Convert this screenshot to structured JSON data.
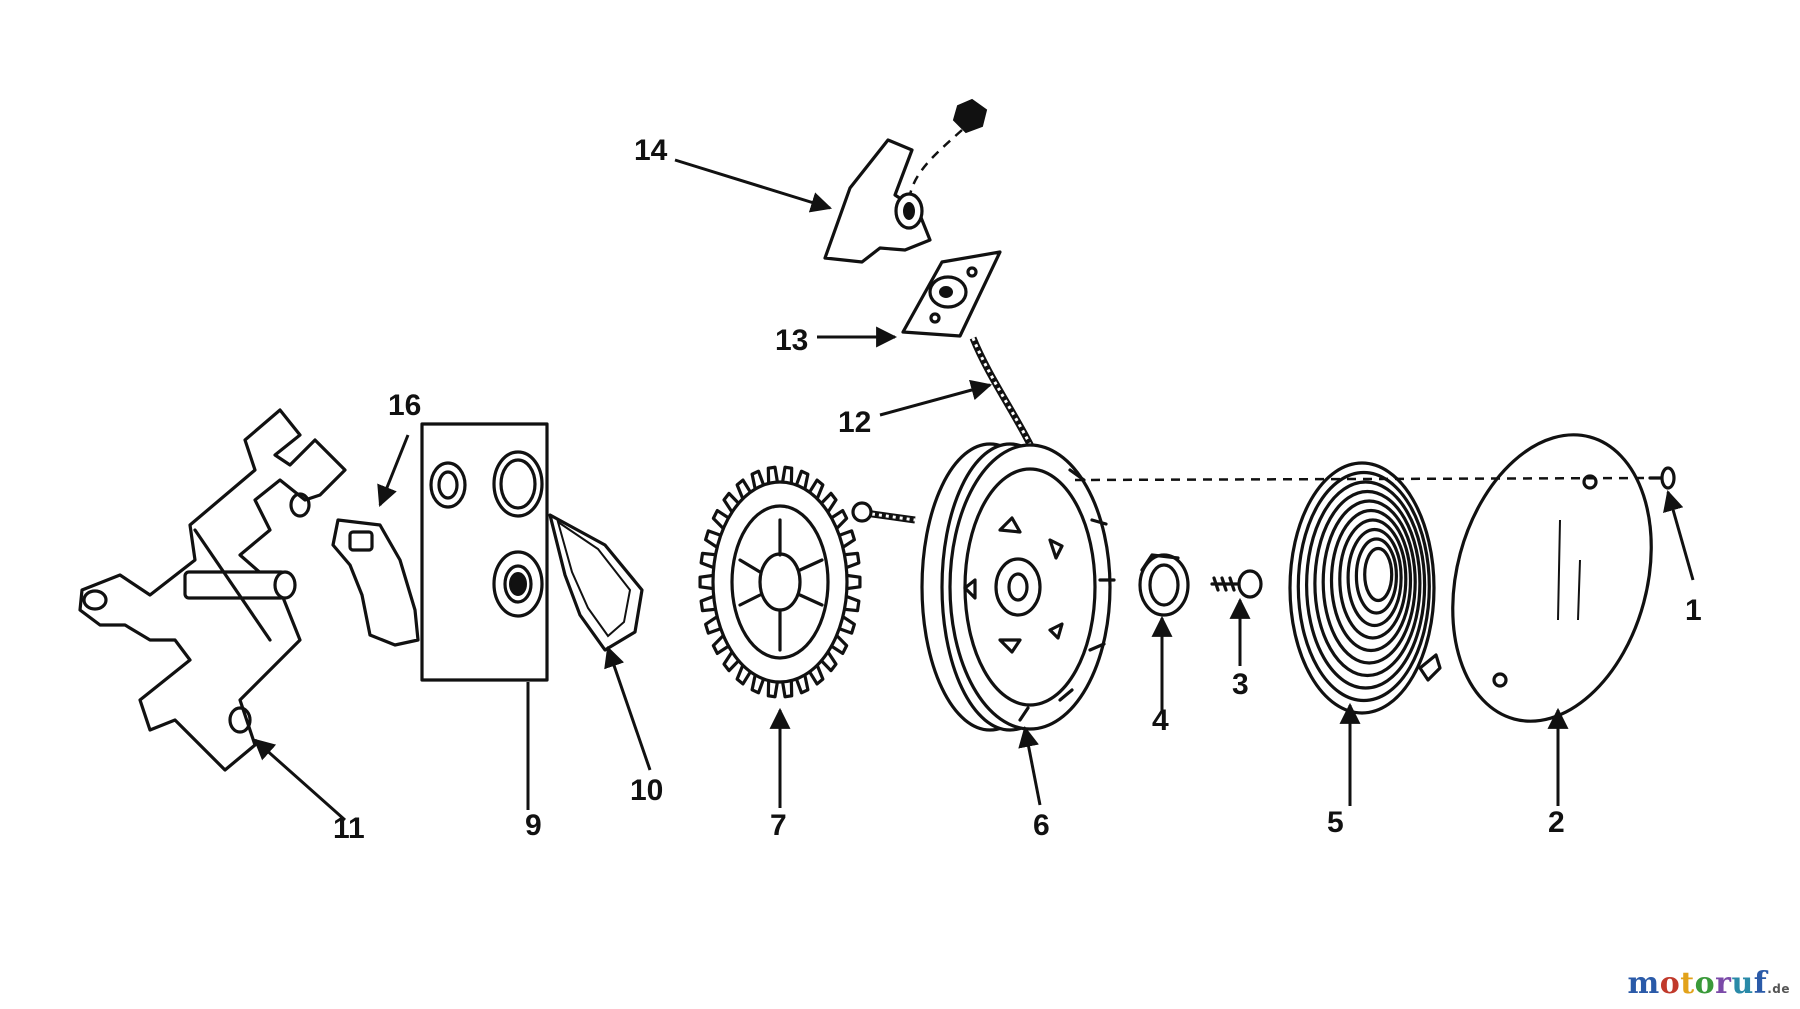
{
  "callouts": [
    {
      "id": "1",
      "label": "1"
    },
    {
      "id": "2",
      "label": "2"
    },
    {
      "id": "3",
      "label": "3"
    },
    {
      "id": "4",
      "label": "4"
    },
    {
      "id": "5",
      "label": "5"
    },
    {
      "id": "6",
      "label": "6"
    },
    {
      "id": "7",
      "label": "7"
    },
    {
      "id": "9",
      "label": "9"
    },
    {
      "id": "10",
      "label": "10"
    },
    {
      "id": "11",
      "label": "11"
    },
    {
      "id": "12",
      "label": "12"
    },
    {
      "id": "13",
      "label": "13"
    },
    {
      "id": "14",
      "label": "14"
    },
    {
      "id": "16",
      "label": "16"
    }
  ],
  "watermark": {
    "letters": [
      "m",
      "o",
      "t",
      "o",
      "r",
      "u",
      "f"
    ],
    "suffix": ".de"
  }
}
